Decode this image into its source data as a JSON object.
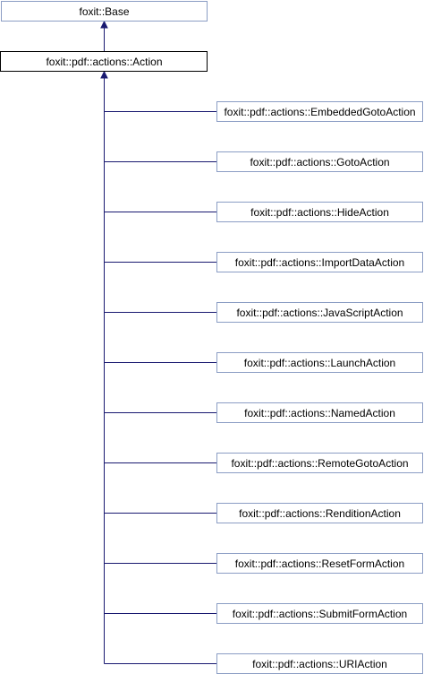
{
  "diagram": {
    "type": "inheritance",
    "base": {
      "label": "foxit::Base"
    },
    "current": {
      "label": "foxit::pdf::actions::Action"
    },
    "children": [
      {
        "label": "foxit::pdf::actions::EmbeddedGotoAction"
      },
      {
        "label": "foxit::pdf::actions::GotoAction"
      },
      {
        "label": "foxit::pdf::actions::HideAction"
      },
      {
        "label": "foxit::pdf::actions::ImportDataAction"
      },
      {
        "label": "foxit::pdf::actions::JavaScriptAction"
      },
      {
        "label": "foxit::pdf::actions::LaunchAction"
      },
      {
        "label": "foxit::pdf::actions::NamedAction"
      },
      {
        "label": "foxit::pdf::actions::RemoteGotoAction"
      },
      {
        "label": "foxit::pdf::actions::RenditionAction"
      },
      {
        "label": "foxit::pdf::actions::ResetFormAction"
      },
      {
        "label": "foxit::pdf::actions::SubmitFormAction"
      },
      {
        "label": "foxit::pdf::actions::URIAction"
      }
    ],
    "colors": {
      "edge": "#191970",
      "node_border": "#8b9dc4",
      "current_border": "#000000",
      "text": "#000000",
      "background": "#ffffff"
    }
  }
}
